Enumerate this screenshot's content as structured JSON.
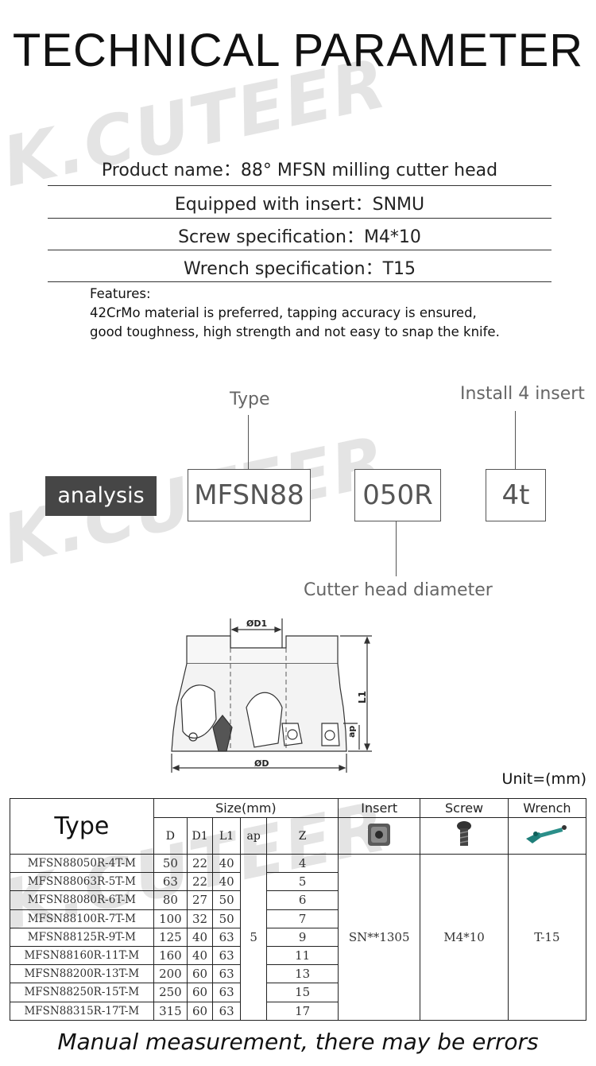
{
  "title": "TECHNICAL PARAMETER",
  "watermark": "K.CUTEER",
  "specs": [
    "Product name：88° MFSN milling cutter head",
    "Equipped with insert：SNMU",
    "Screw specification：M4*10",
    "Wrench specification：T15"
  ],
  "features": {
    "heading": "Features:",
    "line1": "42CrMo material is preferred, tapping accuracy is ensured,",
    "line2": "good toughness, high strength and not easy to snap the knife."
  },
  "analysis": {
    "badge": "analysis",
    "code_type": "MFSN88",
    "code_diameter": "050R",
    "code_teeth": "4t",
    "label_type": "Type",
    "label_diameter": "Cutter head diameter",
    "label_teeth": "Install 4 insert"
  },
  "drawing": {
    "d1_label": "ØD1",
    "d_label": "ØD",
    "l1_label": "L1",
    "ap_label": "ap"
  },
  "unit": "Unit=(mm)",
  "table": {
    "type_header": "Type",
    "size_header": "Size(mm)",
    "insert_header": "Insert",
    "screw_header": "Screw",
    "wrench_header": "Wrench",
    "col_d": "D",
    "col_d1": "D1",
    "col_l1": "L1",
    "col_ap": "ap",
    "col_z": "Z",
    "ap_value": "5",
    "insert_value": "SN**1305",
    "screw_value": "M4*10",
    "wrench_value": "T-15",
    "rows": [
      {
        "name": "MFSN88050R-4T-M",
        "d": "50",
        "d1": "22",
        "l1": "40",
        "z": "4"
      },
      {
        "name": "MFSN88063R-5T-M",
        "d": "63",
        "d1": "22",
        "l1": "40",
        "z": "5"
      },
      {
        "name": "MFSN88080R-6T-M",
        "d": "80",
        "d1": "27",
        "l1": "50",
        "z": "6"
      },
      {
        "name": "MFSN88100R-7T-M",
        "d": "100",
        "d1": "32",
        "l1": "50",
        "z": "7"
      },
      {
        "name": "MFSN88125R-9T-M",
        "d": "125",
        "d1": "40",
        "l1": "63",
        "z": "9"
      },
      {
        "name": "MFSN88160R-11T-M",
        "d": "160",
        "d1": "40",
        "l1": "63",
        "z": "11"
      },
      {
        "name": "MFSN88200R-13T-M",
        "d": "200",
        "d1": "60",
        "l1": "63",
        "z": "13"
      },
      {
        "name": "MFSN88250R-15T-M",
        "d": "250",
        "d1": "60",
        "l1": "63",
        "z": "15"
      },
      {
        "name": "MFSN88315R-17T-M",
        "d": "315",
        "d1": "60",
        "l1": "63",
        "z": "17"
      }
    ]
  },
  "footer": "Manual measurement, there may be errors"
}
